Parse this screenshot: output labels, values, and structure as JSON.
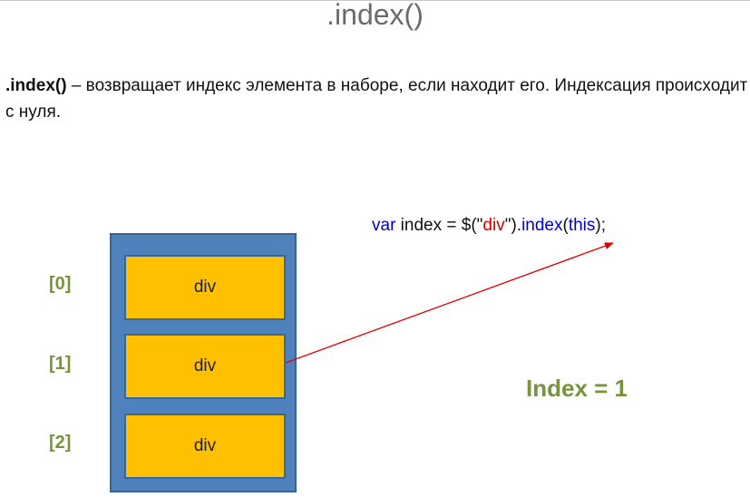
{
  "title": ".index()",
  "description": {
    "method": ".index()",
    "text": " – возвращает индекс элемента в наборе, если находит его.  Индексация происходит с нуля."
  },
  "elements": [
    {
      "index_label": "[0]",
      "label": "div"
    },
    {
      "index_label": "[1]",
      "label": "div"
    },
    {
      "index_label": "[2]",
      "label": "div"
    }
  ],
  "code": {
    "var": "var",
    "part1": " index = $(\"",
    "selector": "div",
    "part2": "\").",
    "method": "index",
    "paren_open": "(",
    "arg": "this",
    "paren_close": ");"
  },
  "result": "Index = 1",
  "colors": {
    "container": "#4f81bd",
    "item": "#ffc000",
    "index_label": "#77933c",
    "arrow": "#e00000",
    "keyword": "#0000cc",
    "string": "#d40000"
  }
}
